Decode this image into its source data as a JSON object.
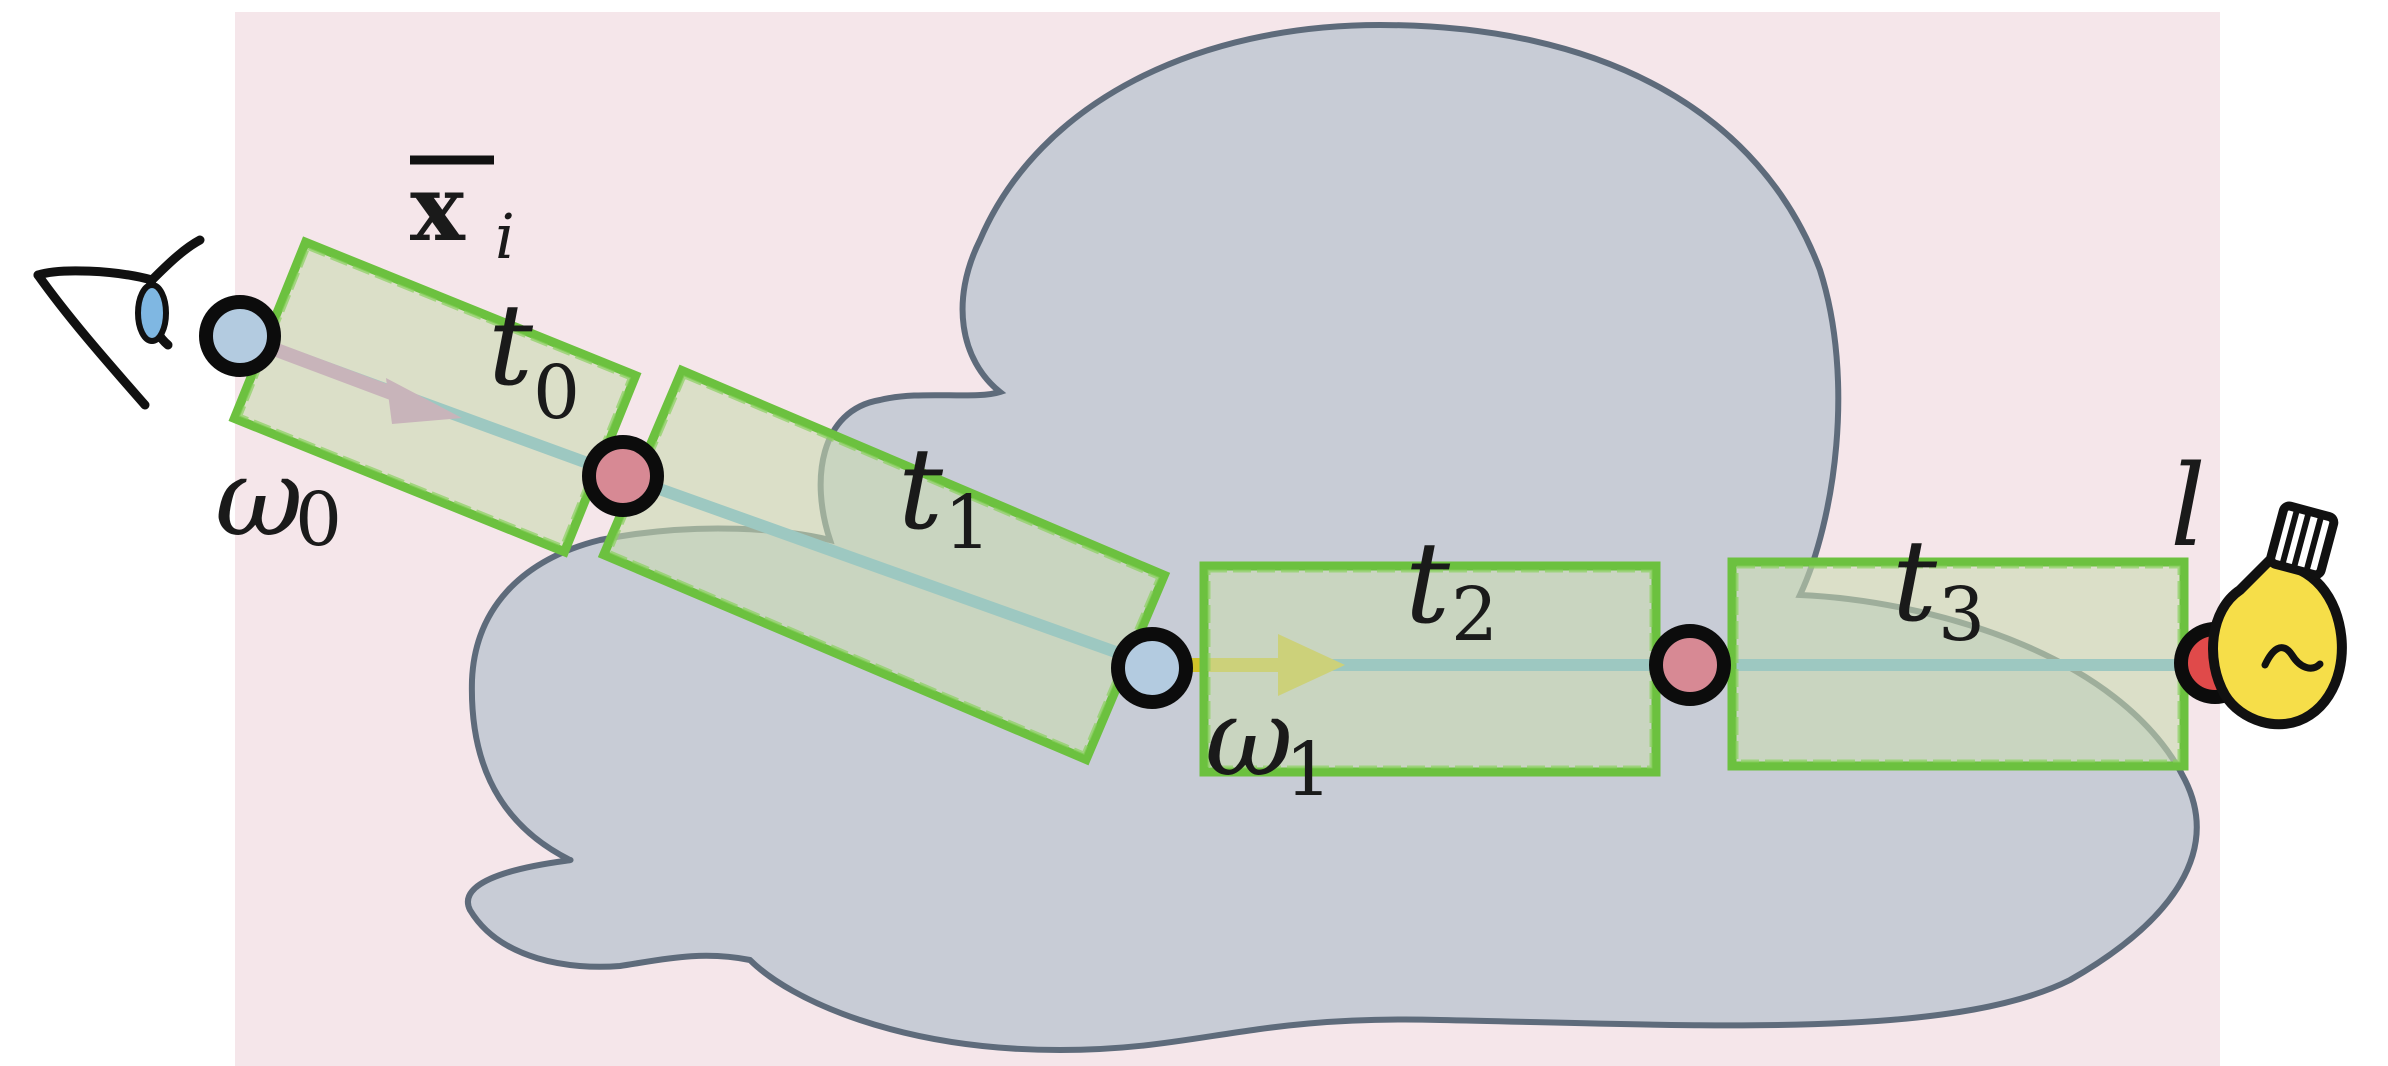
{
  "diagram": {
    "colors": {
      "background_panel": "#f5e6ea",
      "medium_fill": "#c8ccd6",
      "medium_stroke": "#5e6b7b",
      "segment_box_fill": "#c9dbb0",
      "segment_box_stroke": "#6cc13f",
      "path_line": "#5aadd9",
      "direction_arrow_0": "#c67ac8",
      "direction_arrow_1": "#cfc22a",
      "vertex_light_blue": "#b3cbe0",
      "vertex_pink": "#d78994",
      "light_vertex_red": "#e04a4a",
      "bulb_yellow": "#f6de49"
    },
    "labels": {
      "mean_x_base": "x",
      "mean_x_sub": "i",
      "t0_base": "t",
      "t0_sub": "0",
      "t1_base": "t",
      "t1_sub": "1",
      "t2_base": "t",
      "t2_sub": "2",
      "t3_base": "t",
      "t3_sub": "3",
      "w0_base": "ω",
      "w0_sub": "0",
      "w1_base": "ω",
      "w1_sub": "1",
      "light": "l"
    },
    "icons": {
      "camera": "eye-icon",
      "light": "lightbulb-icon"
    }
  }
}
